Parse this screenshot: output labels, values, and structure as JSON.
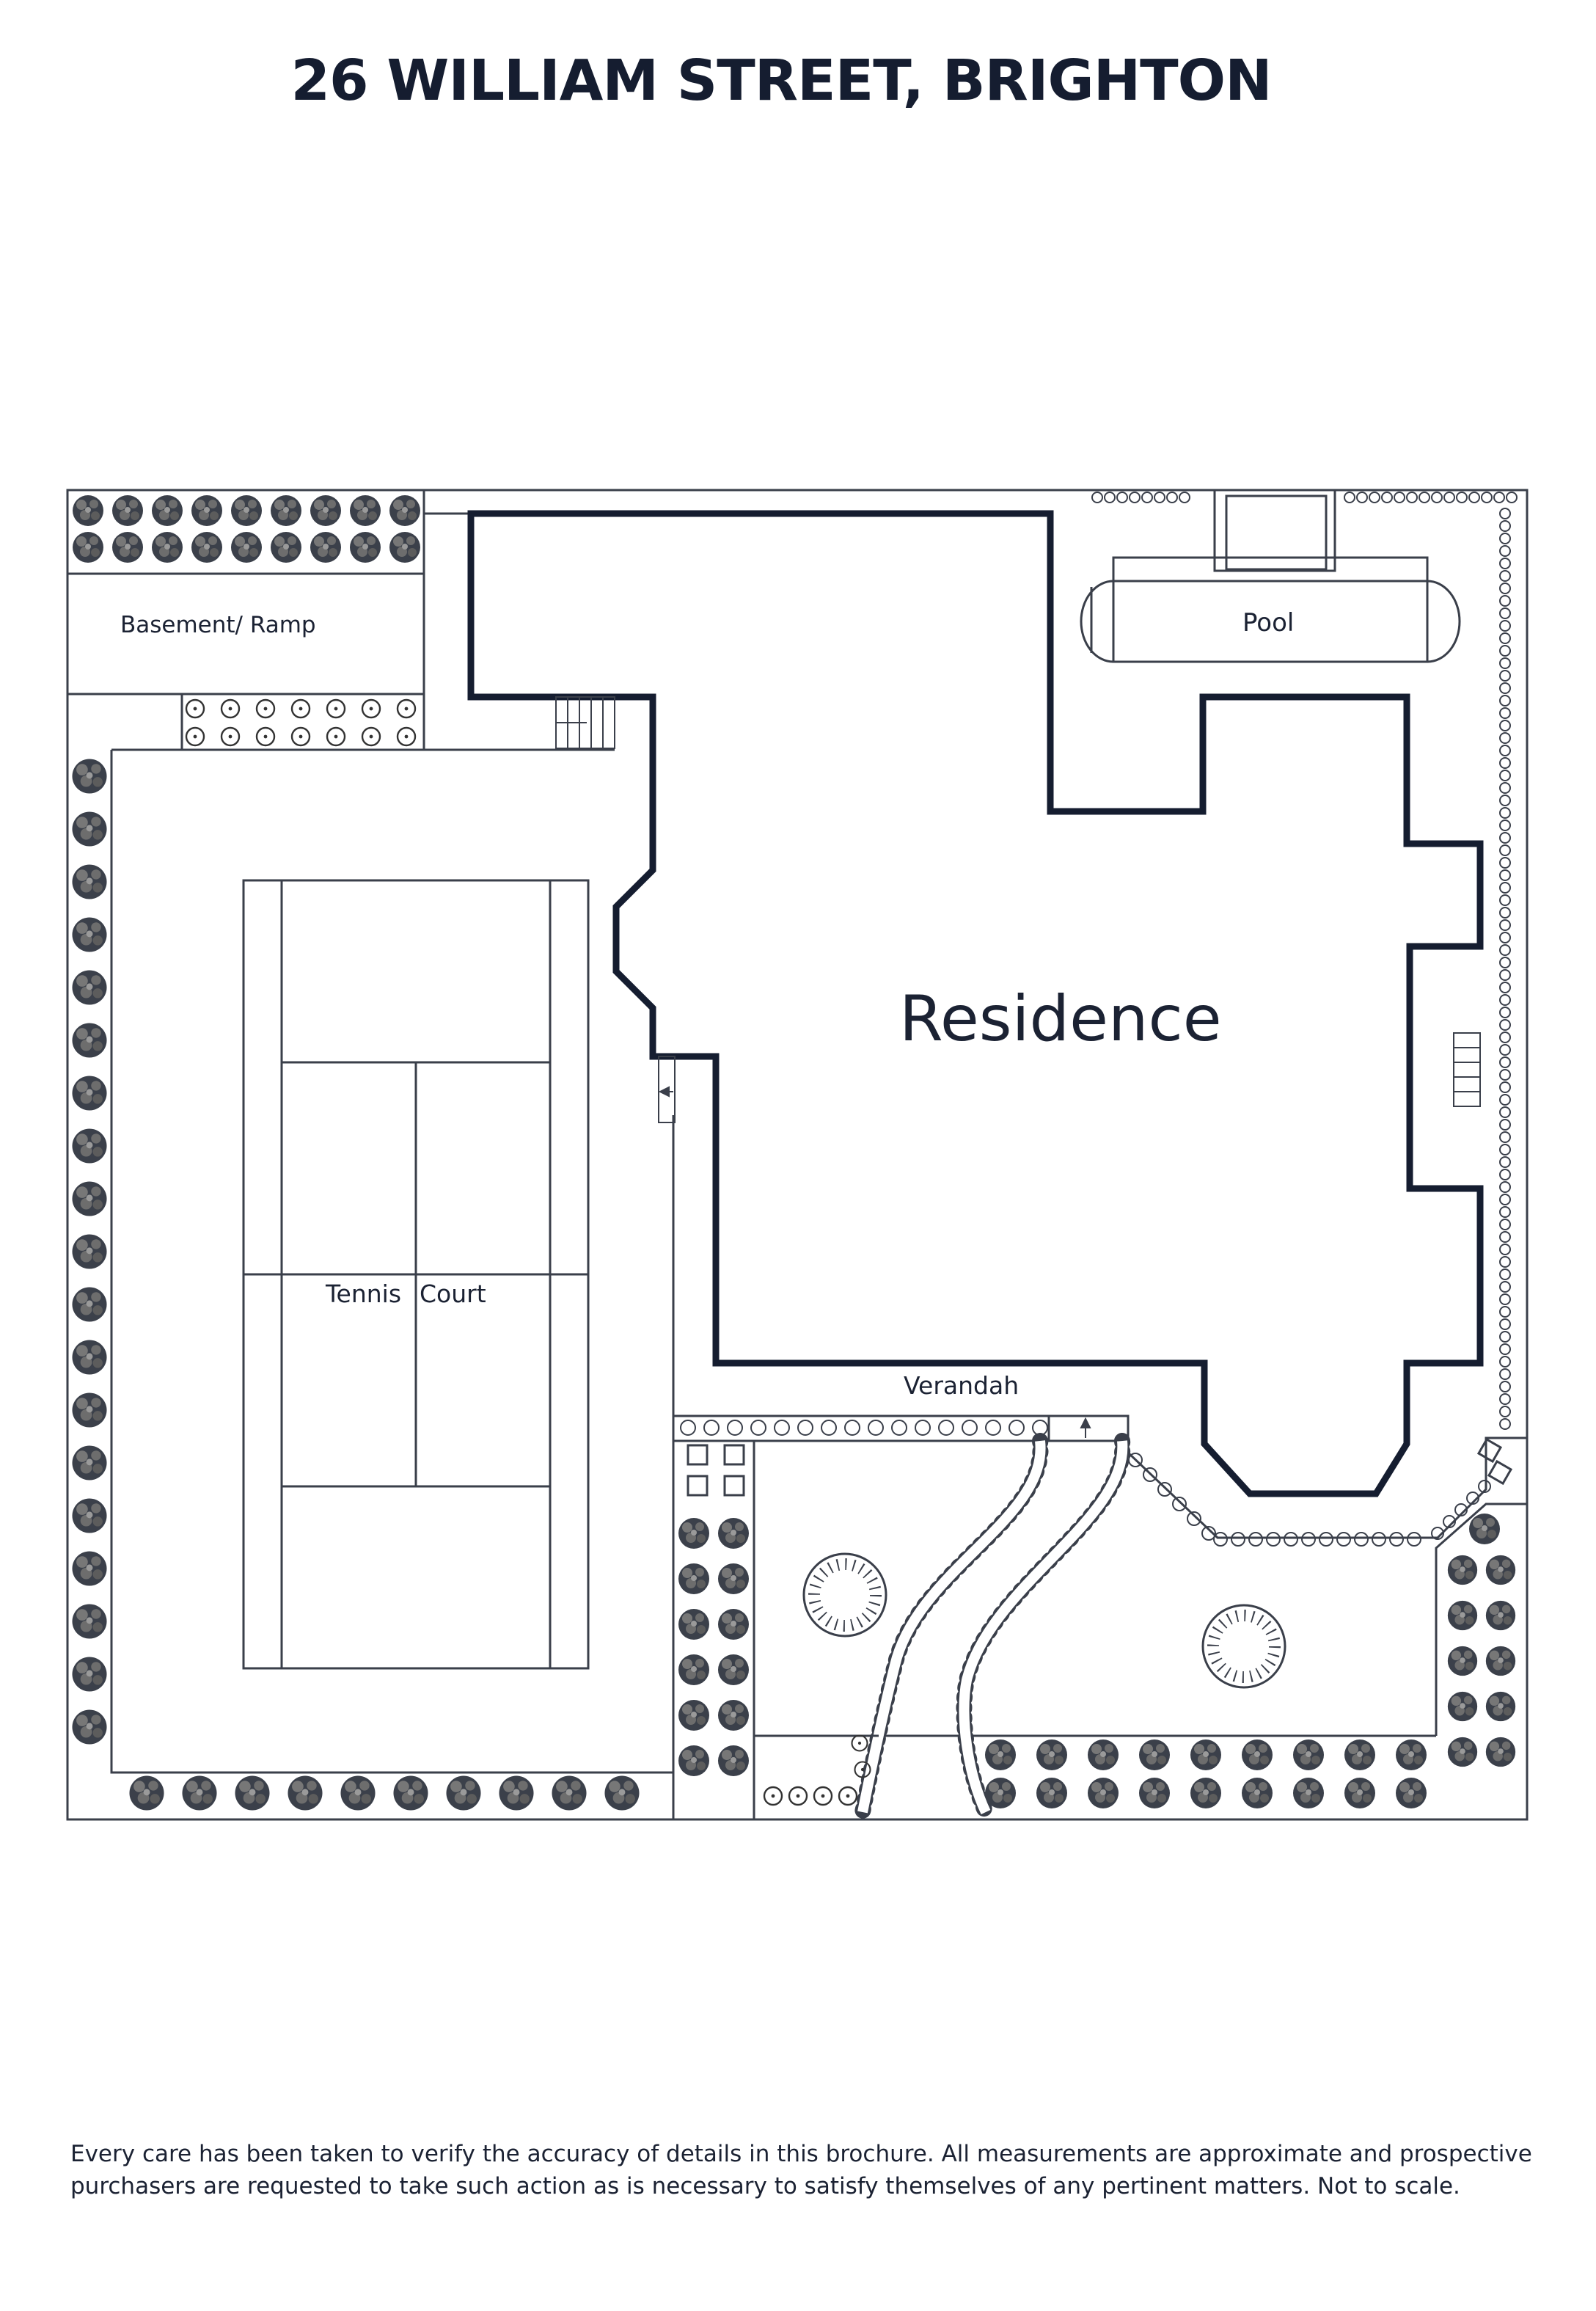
{
  "title": "26 WILLIAM STREET, BRIGHTON",
  "labels": {
    "basement": "Basement/ Ramp",
    "pool": "Pool",
    "residence": "Residence",
    "tennis": "Tennis",
    "court": "Court",
    "verandah": "Verandah"
  },
  "disclaimer": {
    "line1": "Every care has been taken to verify the accuracy of details in this brochure. All measurements are approximate and prospective",
    "line2": "purchasers are requested to take such action as is necessary to satisfy themselves of any pertinent matters. Not to scale."
  },
  "colors": {
    "ink": "#151d30",
    "line": "#3a3f4a",
    "background": "#ffffff"
  },
  "icons": [
    "shrub-icon",
    "hedge-bead-icon",
    "stair-icon",
    "door-arrow-icon",
    "planter-ring-icon"
  ]
}
